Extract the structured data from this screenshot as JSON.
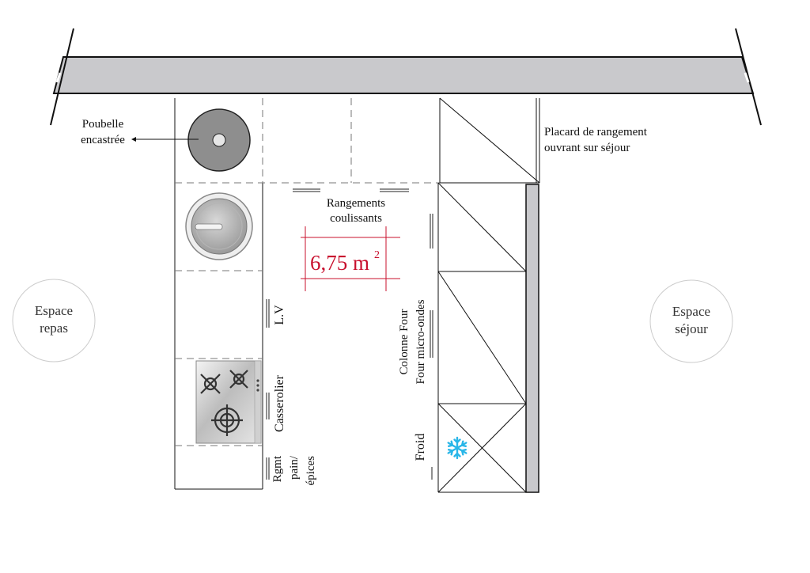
{
  "labels": {
    "poubelle_line1": "Poubelle",
    "poubelle_line2": "encastrée",
    "placard_line1": "Placard de rangement",
    "placard_line2": "ouvrant sur séjour",
    "rangements_line1": "Rangements",
    "rangements_line2": "coulissants",
    "area_value": "6,75 m",
    "area_exponent": "2",
    "lv": "L.V",
    "casserolier": "Casserolier",
    "rgmt_line1": "Rgmt",
    "rgmt_line2": "pain/",
    "rgmt_line3": "épices",
    "colonne_line1": "Colonne Four",
    "colonne_line2": "Four micro-ondes",
    "froid": "Froid",
    "espace_repas_line1": "Espace",
    "espace_repas_line2": "repas",
    "espace_sejour_line1": "Espace",
    "espace_sejour_line2": "séjour"
  },
  "icons": {
    "fridge": "snowflake-icon",
    "hob": "gas-burner-icon",
    "sink": "round-sink-icon",
    "bin": "round-bin-icon"
  },
  "colors": {
    "wall_fill": "#c9c9cc",
    "area_red": "#c8102e",
    "snowflake": "#29b6e8",
    "bin_fill": "#8e8e8e",
    "circle_stroke": "#cccccc"
  }
}
